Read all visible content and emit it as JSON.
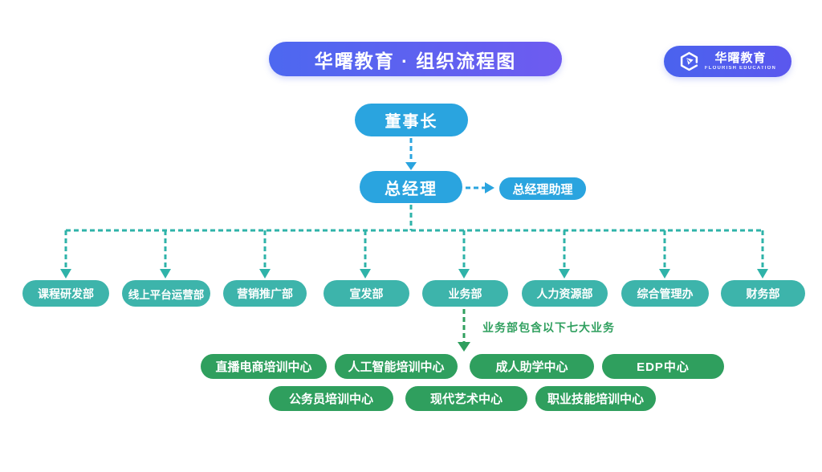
{
  "header": {
    "title": "华曙教育 · 组织流程图",
    "logo": {
      "name": "华曙教育",
      "subtitle": "FLOURISH EDUCATION"
    }
  },
  "colors": {
    "banner_gradient_start": "#4d68f0",
    "banner_gradient_end": "#6e5bf0",
    "node_blue": "#2aa4df",
    "node_teal": "#3db4ab",
    "node_green": "#2f9f5e",
    "connector_teal": "#2fb3a9",
    "connector_blue": "#2aa4df",
    "connector_green": "#2f9f5e"
  },
  "chart": {
    "chairman": "董事长",
    "general_manager": "总经理",
    "gm_assistant": "总经理助理",
    "departments": [
      "课程研发部",
      "线上平台运营部",
      "营销推广部",
      "宣发部",
      "业务部",
      "人力资源部",
      "综合管理办",
      "财务部"
    ],
    "business_note": "业务部包含以下七大业务",
    "business_centers_row1": [
      "直播电商培训中心",
      "人工智能培训中心",
      "成人助学中心",
      "EDP中心"
    ],
    "business_centers_row2": [
      "公务员培训中心",
      "现代艺术中心",
      "职业技能培训中心"
    ]
  }
}
